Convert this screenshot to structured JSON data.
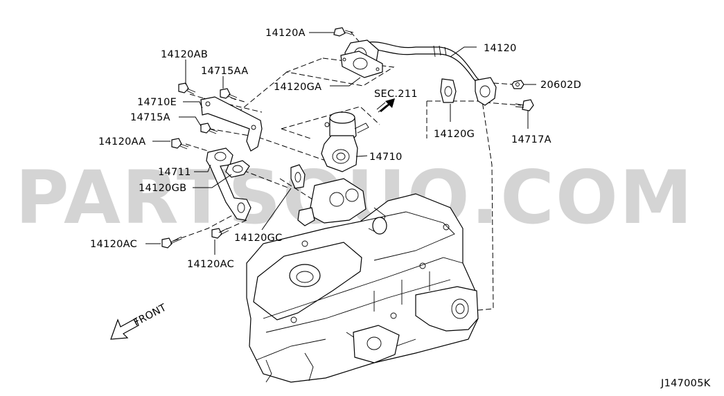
{
  "watermark": "PARTSOUQ.COM",
  "diagram_code": "J147005K",
  "section_ref": "SEC.211",
  "front_label": "FRONT",
  "callouts": [
    {
      "id": "14120A",
      "text": "14120A"
    },
    {
      "id": "14120",
      "text": "14120"
    },
    {
      "id": "14120AB",
      "text": "14120AB"
    },
    {
      "id": "14715AA",
      "text": "14715AA"
    },
    {
      "id": "14120GA",
      "text": "14120GA"
    },
    {
      "id": "20602D",
      "text": "20602D"
    },
    {
      "id": "14710E",
      "text": "14710E"
    },
    {
      "id": "14715A",
      "text": "14715A"
    },
    {
      "id": "14120AA",
      "text": "14120AA"
    },
    {
      "id": "14120G",
      "text": "14120G"
    },
    {
      "id": "14717A",
      "text": "14717A"
    },
    {
      "id": "14710",
      "text": "14710"
    },
    {
      "id": "14711",
      "text": "14711"
    },
    {
      "id": "14120GB",
      "text": "14120GB"
    },
    {
      "id": "14120GC",
      "text": "14120GC"
    },
    {
      "id": "14120AC_1",
      "text": "14120AC"
    },
    {
      "id": "14120AC_2",
      "text": "14120AC"
    }
  ]
}
